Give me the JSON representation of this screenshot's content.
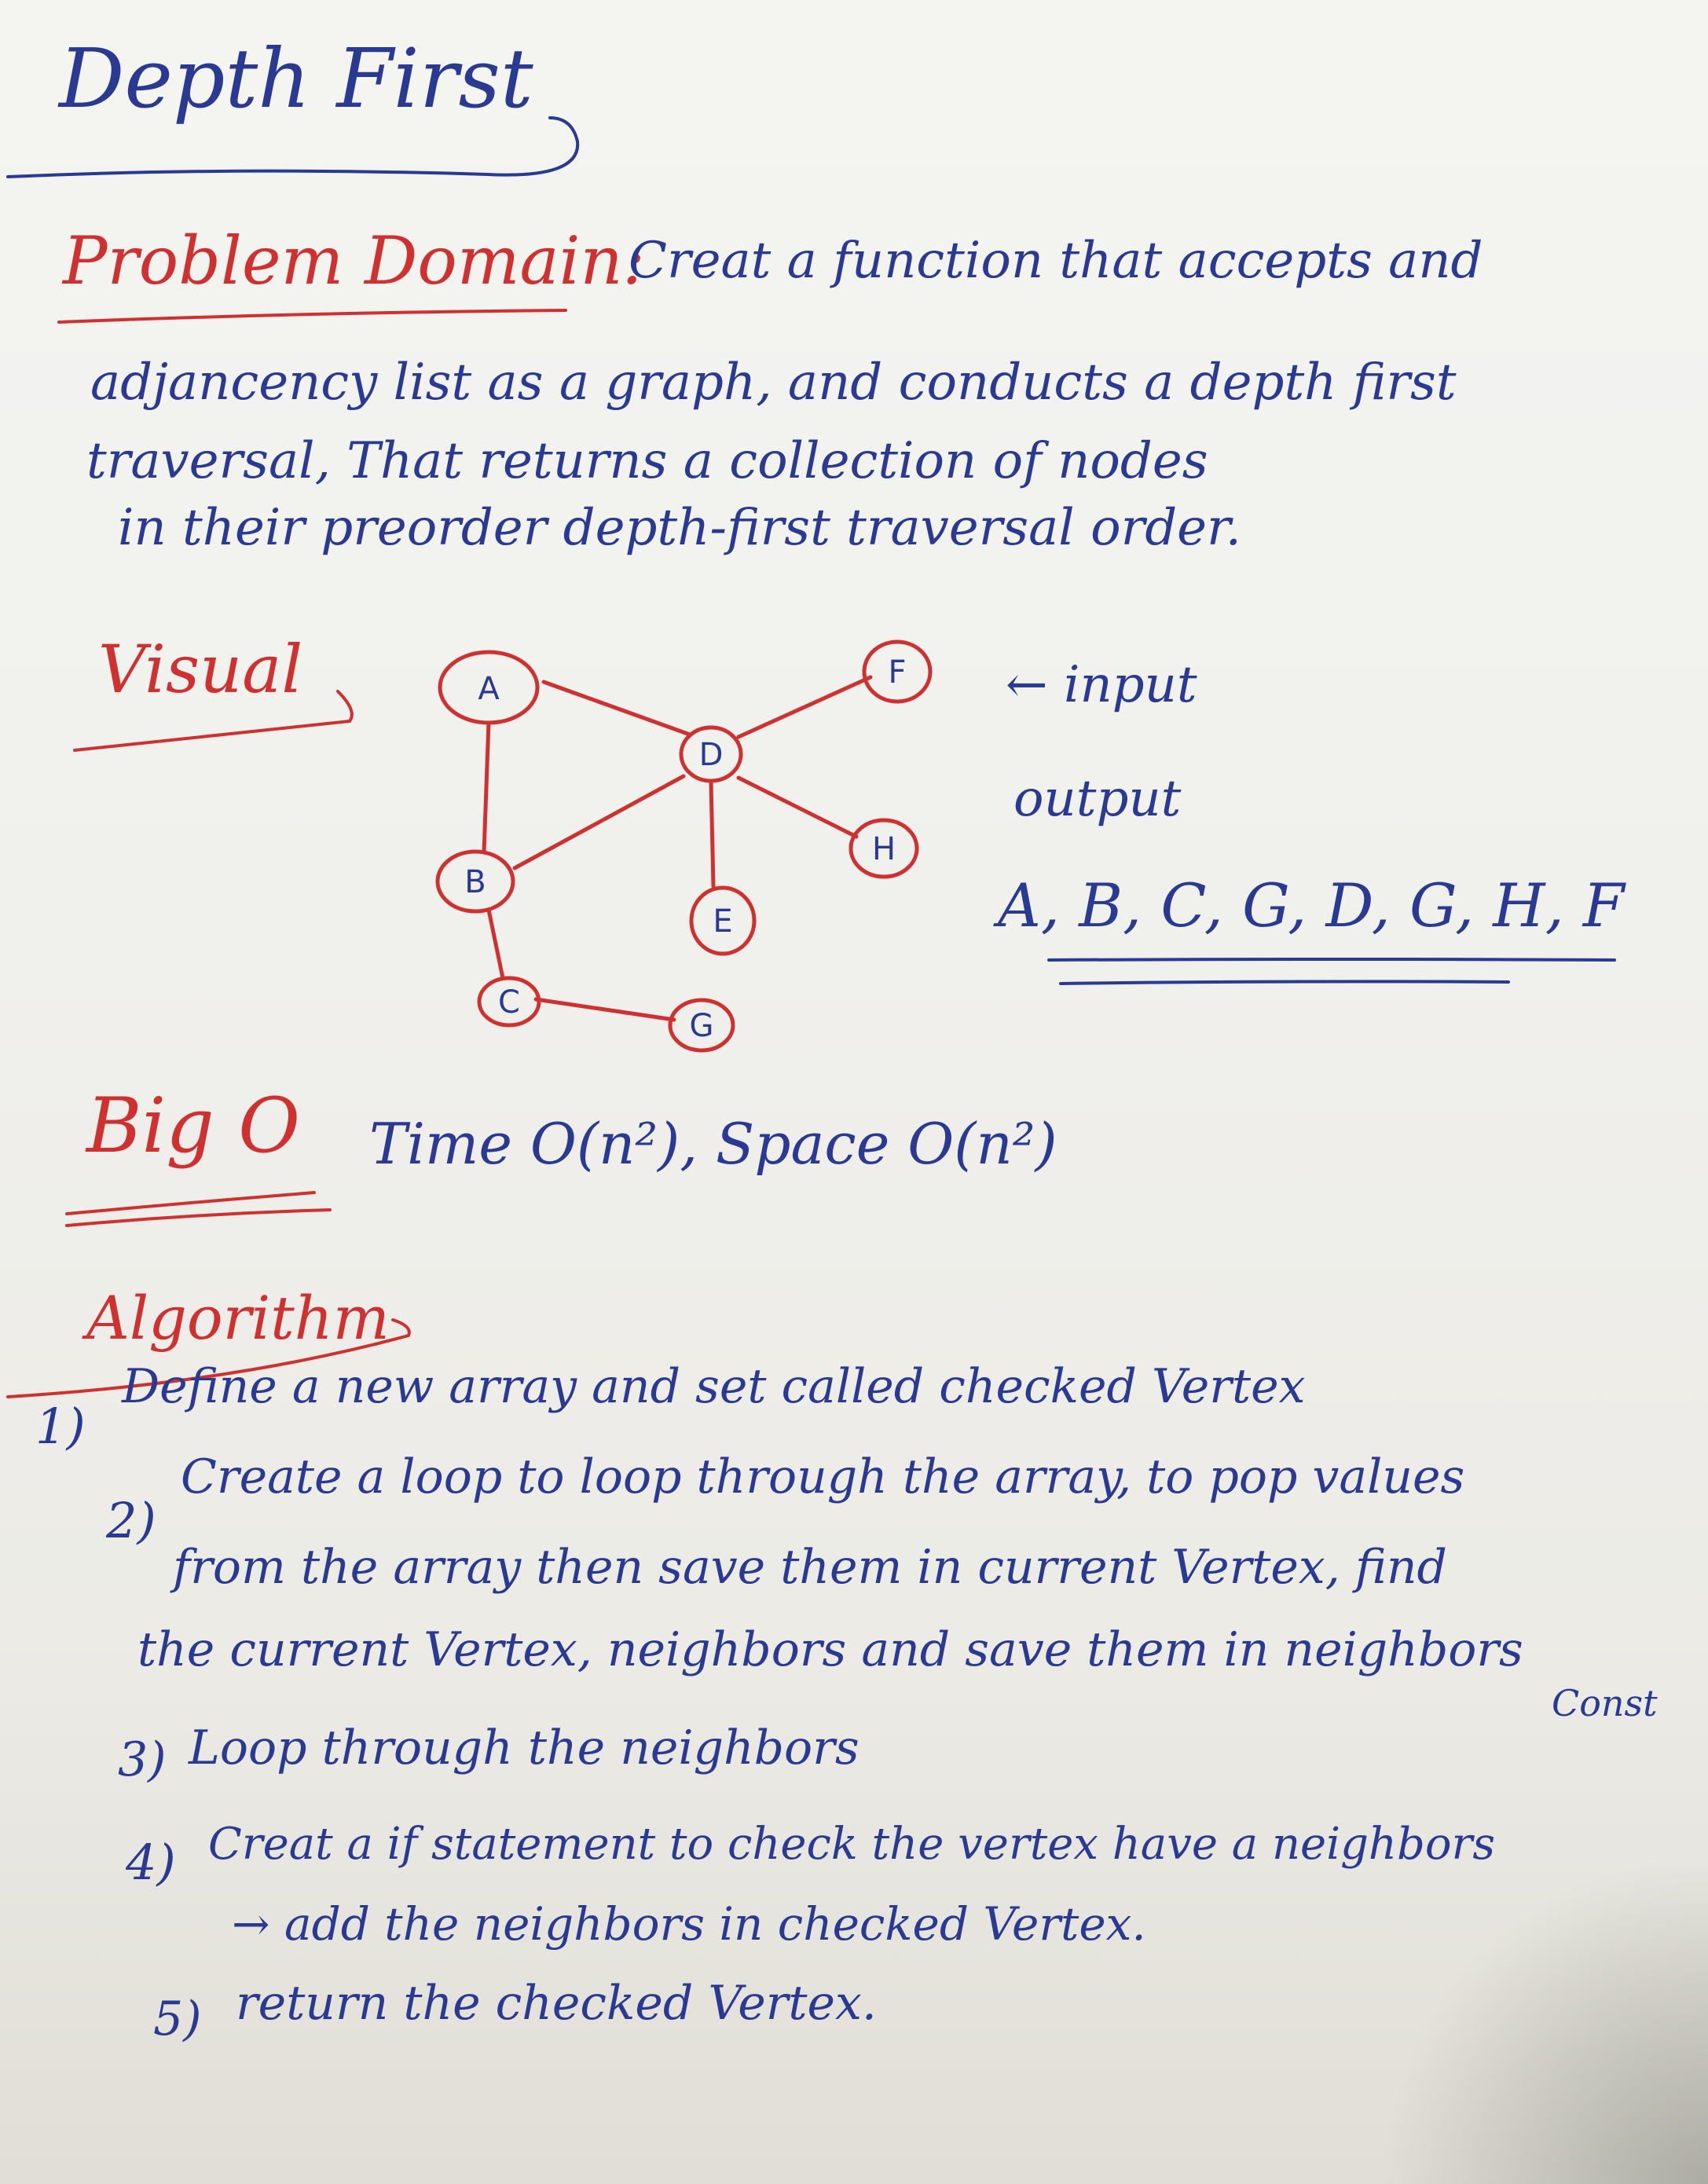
{
  "title": "Depth First",
  "problem_domain": {
    "heading": "Problem Domain:",
    "lines": [
      "Creat a function that accepts and",
      "adjancency list as a graph, and conducts a depth first",
      "traversal, That returns a collection of nodes",
      "in their preorder depth-first traversal order."
    ]
  },
  "visual": {
    "heading": "Visual",
    "input_label": "input",
    "output_label": "output",
    "output_value": "A, B, C, G, D, G, H, F",
    "graph": {
      "nodes": [
        "A",
        "B",
        "C",
        "D",
        "E",
        "F",
        "G",
        "H"
      ],
      "edges": [
        [
          "A",
          "D"
        ],
        [
          "A",
          "B"
        ],
        [
          "B",
          "D"
        ],
        [
          "B",
          "C"
        ],
        [
          "C",
          "G"
        ],
        [
          "D",
          "F"
        ],
        [
          "D",
          "H"
        ],
        [
          "D",
          "E"
        ]
      ]
    }
  },
  "big_o": {
    "heading": "Big O",
    "text": "Time O(n²), Space O(n²)"
  },
  "algorithm": {
    "heading": "Algorithm",
    "steps": [
      "Define a new array and set called checked Vertex",
      "Create a loop to loop through the array, to pop values",
      "from the array then save them in current Vertex, find",
      "the current Vertex, neighbors and save them in neighbors",
      "Const",
      "Loop through the neighbors",
      "Creat a if statement to check the vertex have a neighbors",
      "→ add the neighbors in checked Vertex.",
      "return the checked Vertex."
    ],
    "numbers": [
      "1)",
      "2)",
      "3)",
      "4)",
      "5)"
    ]
  },
  "colors": {
    "ink_blue": "#2a3a92",
    "ink_red": "#cf3030",
    "paper": "#f2f2ef"
  }
}
